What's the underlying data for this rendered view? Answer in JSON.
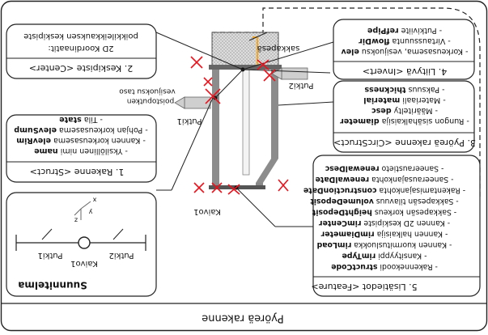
{
  "title": "Pyöreä rakenne",
  "struct_box": {
    "heading": "1. Rakenne <Struct>",
    "items": [
      {
        "fi": "- Yksilöllinen nimi ",
        "bold": "name"
      },
      {
        "fi": "- Kannen korkeusasema ",
        "bold": "elevRim"
      },
      {
        "fi": "- Pohjan korkeusasema ",
        "bold": "elevSump"
      },
      {
        "fi": "- Tila ",
        "bold": "state"
      }
    ]
  },
  "center_box": {
    "heading": "2. Keskipiste <Center>",
    "lines": [
      "2D Koordinaatit:",
      "poikkileikkauksen keskipiste"
    ]
  },
  "circ_box": {
    "heading": "3. Pyöreä rakenne <CircStruct>",
    "items": [
      {
        "fi": "- Rungon sisähalkaisija ",
        "bold": "diameter"
      },
      {
        "fi": "- Määritelty ",
        "bold": "desc"
      },
      {
        "fi": "- Materiaali ",
        "bold": "material"
      },
      {
        "fi": "- Paksuus ",
        "bold": "thickness"
      }
    ]
  },
  "inv_box": {
    "heading": "4. Liityvä <Invert>",
    "items": [
      {
        "fi": "- Korkeusasema, vesijuoksu ",
        "bold": "elev"
      },
      {
        "fi": "- Virtaussuunta ",
        "bold": "flowDir"
      },
      {
        "fi": "- Putkiviite ",
        "bold": "refPipe"
      }
    ]
  },
  "feature_box": {
    "heading": "5. Lisätiedot <Feature>",
    "items": [
      {
        "fi": "- Rakennekoodi ",
        "bold": "structCode"
      },
      {
        "fi": "- Kansityyppi ",
        "bold": "rimType"
      },
      {
        "fi": "- Kannen kuormitusluokka ",
        "bold": "rimLoad"
      },
      {
        "fi": "- Kannen halkaisija ",
        "bold": "rimDiameter"
      },
      {
        "fi": "- Kannen 2D keskipiste ",
        "bold": "rimCenter"
      },
      {
        "fi": "- Sakkapesän korkeus ",
        "bold": "heightDeposit"
      },
      {
        "fi": "- Sakkapesän tilavuus ",
        "bold": "volumeDeposit"
      },
      {
        "fi": "- Rakentamisajankohta ",
        "bold": "constructionDate"
      },
      {
        "fi": "- Saneerausajankohta ",
        "bold": "renewalDate"
      },
      {
        "fi": "- Saneeraustieto ",
        "bold": "renewalDesc"
      }
    ]
  },
  "legend": {
    "title": "Suunnitelma",
    "pipe_left": "Putki1",
    "pipe_right": "Putki2",
    "node": "Kaivo1",
    "axis_x": "x",
    "axis_y": "y",
    "axis_z": "z"
  },
  "drawing": {
    "sakkapesa": "sakkapesä",
    "putki2": "Putki2",
    "putki1": "Putki1",
    "kaivo1": "Kaivo1",
    "vesijuoksu_1": "vesijuoksu taso",
    "vesijuoksu_2": "poistoputken"
  },
  "colors": {
    "red": "#e8131d",
    "orange": "#f5a623",
    "shaft": "#8c8c8c",
    "text": "#111111"
  }
}
